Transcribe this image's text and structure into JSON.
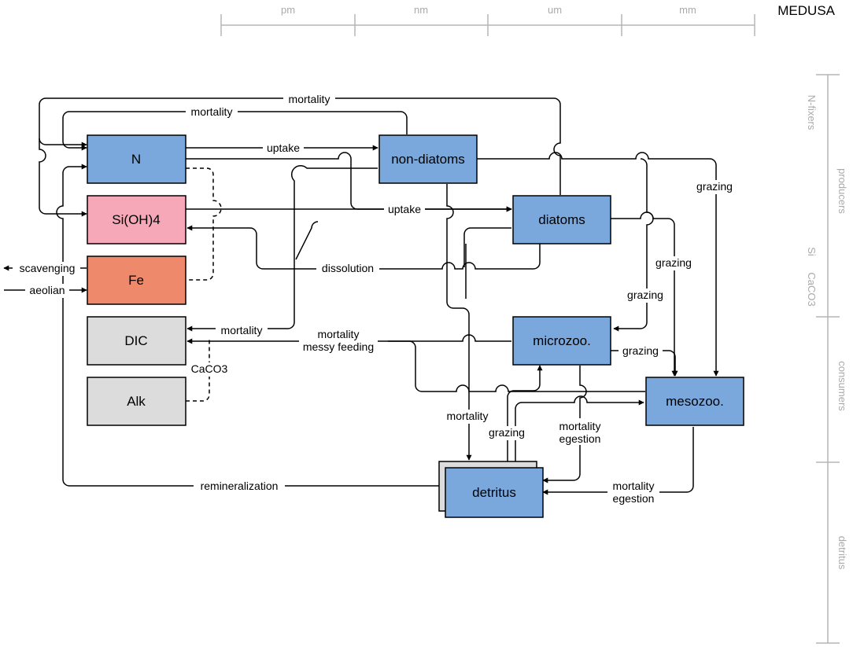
{
  "title": "MEDUSA",
  "size_scale": [
    "pm",
    "nm",
    "um",
    "mm"
  ],
  "categories": {
    "n_fixers": "N-fixers",
    "producers": "producers",
    "si": "Si",
    "caco3": "CaCO3",
    "consumers": "consumers",
    "detritus": "detritus"
  },
  "boxes": {
    "n": "N",
    "sioh4": "Si(OH)4",
    "fe": "Fe",
    "dic": "DIC",
    "alk": "Alk",
    "non_diatoms": "non-diatoms",
    "diatoms": "diatoms",
    "microzoo": "microzoo.",
    "mesozoo": "mesozoo.",
    "detritus": "detritus"
  },
  "labels": {
    "mortality_top": "mortality",
    "mortality_second": "mortality",
    "uptake_1": "uptake",
    "uptake_2": "uptake",
    "dissolution": "dissolution",
    "mortality_dic": "mortality",
    "mortality_messy_1": "mortality",
    "mortality_messy_2": "messy feeding",
    "caco3": "CaCO3",
    "scavenging": "scavenging",
    "aeolian": "aeolian",
    "grazing_right": "grazing",
    "grazing_diatoms": "grazing",
    "grazing_nondiatoms": "grazing",
    "grazing_micro": "grazing",
    "grazing_detritus": "grazing",
    "mortality_detritus": "mortality",
    "micro_mort_1": "mortality",
    "micro_mort_2": "egestion",
    "meso_mort_1": "mortality",
    "meso_mort_2": "egestion",
    "remineralization": "remineralization"
  },
  "colors": {
    "nutrient_blue": "#7aa8dc",
    "silicate_pink": "#f6a8b9",
    "iron_orange": "#ee8a6b",
    "carbon_gray": "#dcdcdc",
    "scale_gray": "#b5b5b5"
  }
}
